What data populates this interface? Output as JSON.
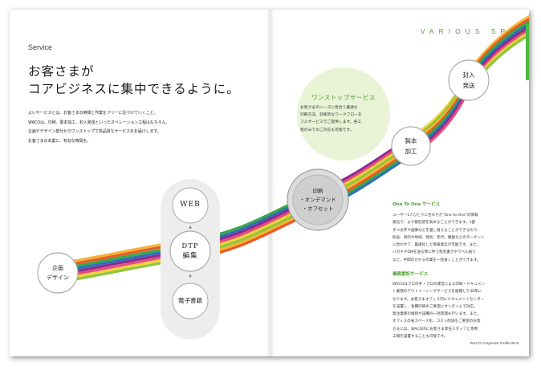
{
  "header": {
    "section": "Service",
    "various": "VARIOUS SPEC",
    "headline": [
      "お客さまが",
      "コアビジネスに集中できるように。"
    ]
  },
  "intro": [
    "よいサービスとは、お客さまの時間と作業をフリーに近づけていくこと。",
    "WACOは、印刷、製本加工、封入発送といったオペレーション工程はもちろん、",
    "企画やデザイン部分からワンストップで高品質なサービスをお届けします。",
    "お客さまの本業に、有効な時間を。"
  ],
  "nodes": {
    "kikaku": [
      "企画",
      "デザイン"
    ],
    "web": "WEB",
    "dtp": [
      "DTP",
      "編集"
    ],
    "denshi": "電子書籍",
    "insatsu": [
      "印刷",
      "・オンデマンド",
      "・オフセット"
    ],
    "seihon": [
      "製本",
      "加工"
    ],
    "fuunyu": [
      "封入",
      "発送"
    ],
    "arrow_up": "▲",
    "arrow_down": "▼"
  },
  "onestop": {
    "title": "ワンストップサービス",
    "body": [
      "お客さまのニーズに見合う最適な",
      "印刷方法、効率的なワークフローを",
      "フルサービスでご提供します。各工",
      "程のみでのご対応も可能です。"
    ]
  },
  "one_to_one": {
    "title": "One To One サービス",
    "body": [
      "ユーザー1人ひとりに合わせた\"One to One\"の情報",
      "発信で、より親近感を高めることができます。1部",
      "ずつ文字や画像などを差し替えることができるので、",
      "則返、目的や地域、性別、年代、職業などのターゲット",
      "に合わせて、最適化した情報発信が可能です。また、",
      "ハガキやDMを送る際に伴う宛名書きやラベル貼り",
      "など、手間のかかる作業を一括省くことができます。"
    ]
  },
  "gyomu": {
    "title": "業務委託サービス",
    "body": [
      "WACOはプロの手・プロの運営による印刷・ドキュメン",
      "ト業務のアウトソーシングサービスを展開して40年に",
      "なります。お客さまオフィス内にドキュメントセンター",
      "を設置し、各種印刷のご要望にオンタイムで対応。",
      "発注業務の継続や設備の一括管理も行います。また、",
      "オフィスの省スペース化、コスト削減をご要望のお客",
      "さまには、WACO内にお客さま専任スタッフと専用",
      "工場を設置することも可能です。"
    ]
  },
  "footer": "WACO Corporate Profile 05-6",
  "colors": {
    "accent_green": "#4aa02c",
    "stripes": [
      "#f5b335",
      "#ea5a24",
      "#3aa84a",
      "#2f6fb7",
      "#8a2a8f",
      "#e84a7f",
      "#f3d23a",
      "#8cc63f"
    ]
  }
}
